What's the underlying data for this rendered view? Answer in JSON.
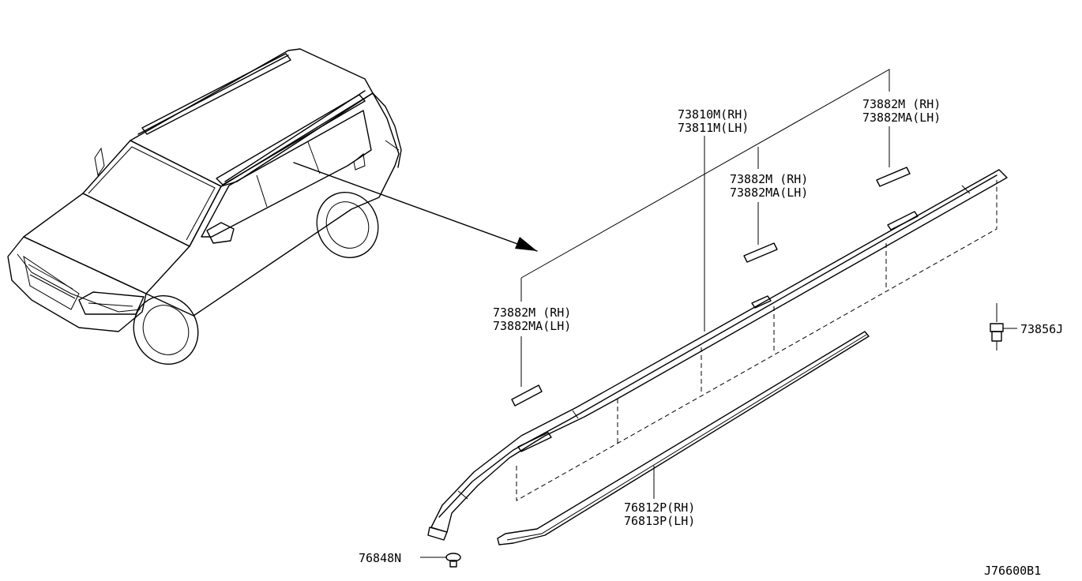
{
  "labels": {
    "rail_top_rh": "73810M(RH)",
    "rail_top_lh": "73811M(LH)",
    "clip_tr_rh": "73882M (RH)",
    "clip_tr_lh": "73882MA(LH)",
    "clip_mid_rh": "73882M (RH)",
    "clip_mid_lh": "73882MA(LH)",
    "clip_left_rh": "73882M (RH)",
    "clip_left_lh": "73882MA(LH)",
    "bolt_right": "73856J",
    "molding_rh": "76812P(RH)",
    "molding_lh": "76813P(LH)",
    "screw_left": "76848N",
    "diagram_id": "J76600B1"
  }
}
